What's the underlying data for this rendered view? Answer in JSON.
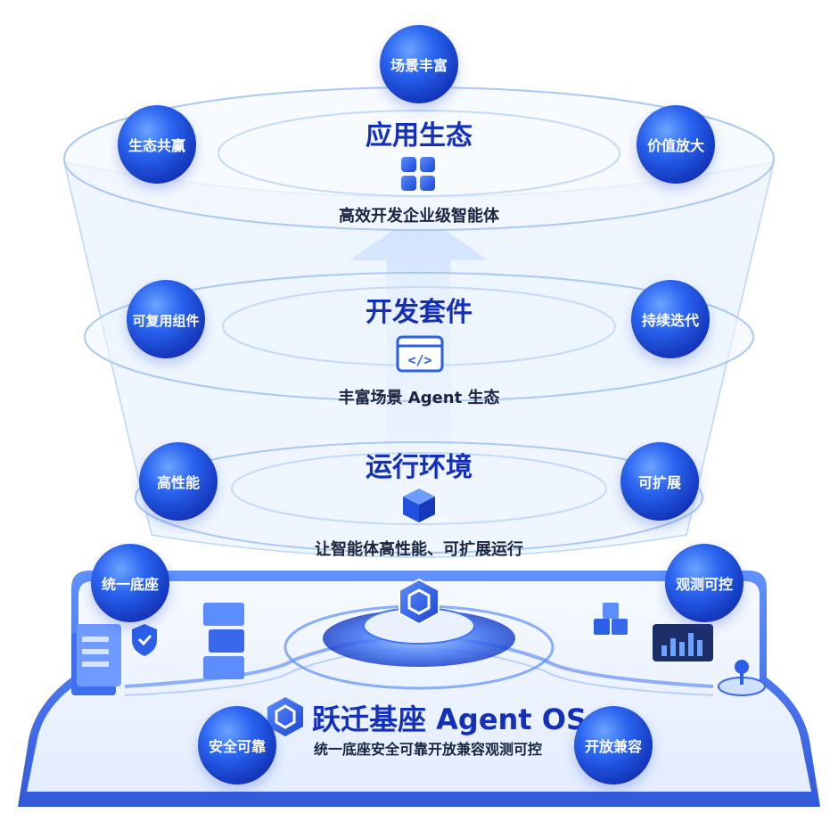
{
  "layers": {
    "app": {
      "title": "应用生态",
      "subtitle": "高效开发企业级智能体",
      "badges": {
        "top": "场景丰富",
        "left": "生态共赢",
        "right": "价值放大"
      }
    },
    "dev": {
      "title": "开发套件",
      "subtitle": "丰富场景 Agent 生态",
      "badges": {
        "left": "可复用组件",
        "right": "持续迭代"
      }
    },
    "runtime": {
      "title": "运行环境",
      "subtitle": "让智能体高性能、可扩展运行",
      "badges": {
        "left": "高性能",
        "right": "可扩展"
      }
    }
  },
  "base": {
    "title": "跃迁基座 Agent OS",
    "subtitle": "统一底座安全可靠开放兼容观测可控",
    "badges": {
      "top_left": "统一底座",
      "top_right": "观测可控",
      "bottom_left": "安全可靠",
      "bottom_right": "开放兼容"
    }
  },
  "colors": {
    "primary_blue": "#1f4fe0",
    "dark_blue": "#1530b8",
    "text_dark": "#1a2440",
    "ring_line": "#9cc3f5"
  },
  "icons": {
    "app": "apps-grid-icon",
    "dev": "code-window-icon",
    "runtime": "cube-icon",
    "base": "hex-core-icon",
    "brand": "agent-os-logo-icon"
  }
}
